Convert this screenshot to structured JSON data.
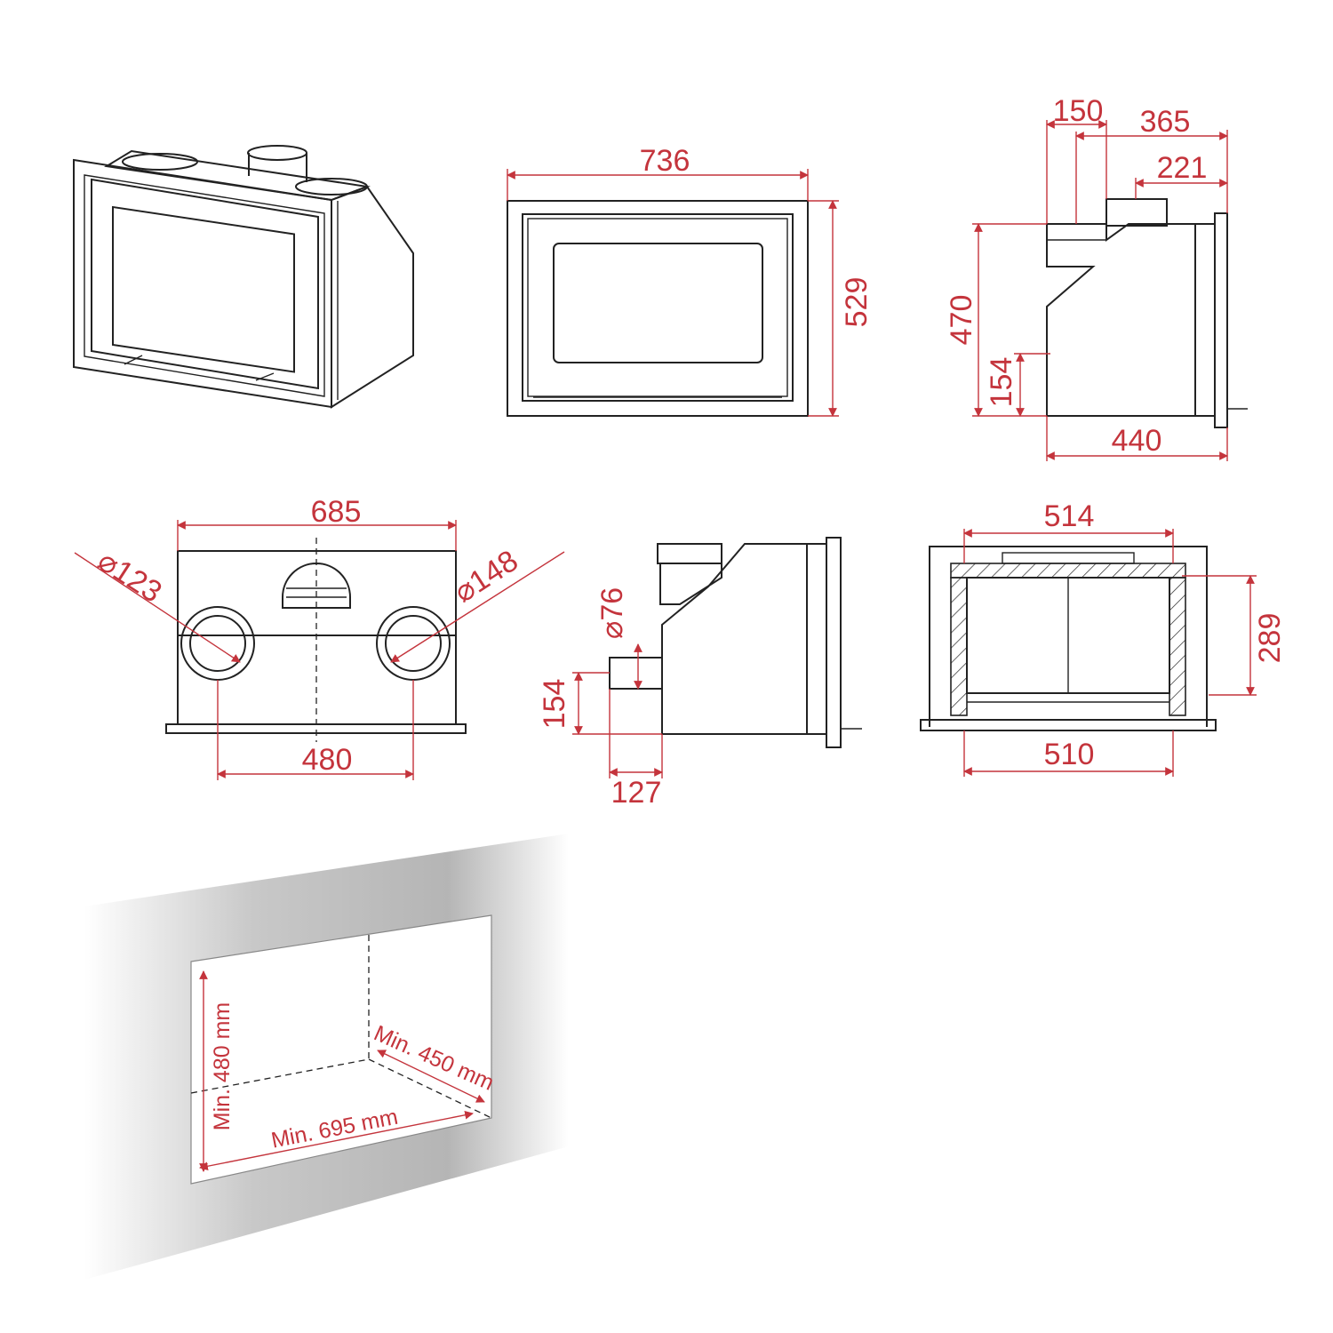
{
  "dimensions": {
    "front_width": "736",
    "front_height": "529",
    "side_150": "150",
    "side_365": "365",
    "side_221": "221",
    "side_470": "470",
    "side_154": "154",
    "side_440": "440",
    "top_685": "685",
    "top_dia_123": "⌀123",
    "top_dia_148": "⌀148",
    "top_480": "480",
    "side2_dia_76": "⌀76",
    "side2_154": "154",
    "side2_127": "127",
    "section_514": "514",
    "section_289": "289",
    "section_510": "510",
    "niche_height": "Min. 480 mm",
    "niche_depth": "Min. 450 mm",
    "niche_width": "Min. 695 mm"
  },
  "colors": {
    "line": "#222222",
    "dimension": "#c4343c",
    "background": "#ffffff"
  }
}
